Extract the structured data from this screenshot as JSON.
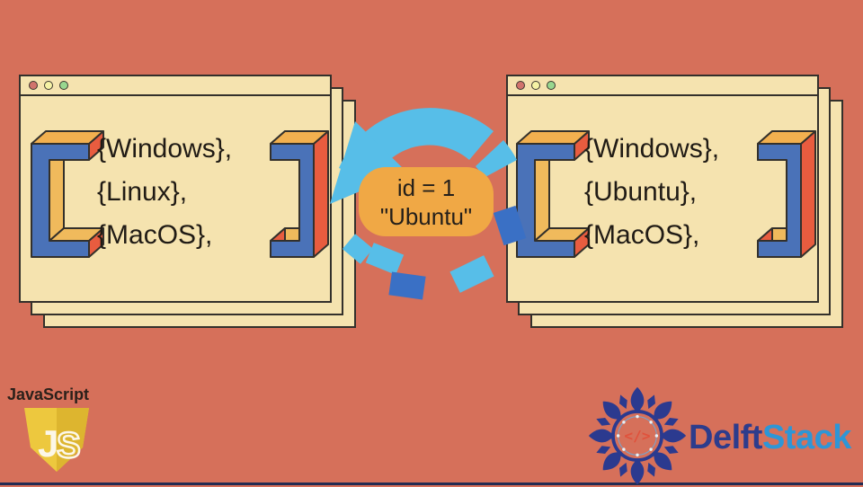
{
  "background": "#D6705A",
  "window": {
    "fill": "#F5E3AF",
    "border": "#33302B",
    "traffic_lights": [
      "#D1736C",
      "#F6F2A5",
      "#98D78F"
    ]
  },
  "left_window": {
    "lines": [
      "{Windows},",
      "{Linux},",
      "{MacOS},"
    ]
  },
  "right_window": {
    "lines": [
      "{Windows},",
      "{Ubuntu},",
      "{MacOS},"
    ]
  },
  "badge": {
    "line1": "id = 1",
    "line2": "\"Ubuntu\"",
    "background": "#F0A845",
    "text_color": "#241F1A"
  },
  "arrow": {
    "light_blue": "#57BEE8",
    "dark_blue": "#3A70C5"
  },
  "bracket_colors": {
    "front": "#4A72B8",
    "top": "#F2B04F",
    "inner": "#F0BA5C",
    "end": "#E85C3F"
  },
  "js_logo": {
    "label": "JavaScript",
    "letter_j": "J",
    "letter_s": "S",
    "shield_color": "#EDC83E"
  },
  "delftstack": {
    "part1": "Delft",
    "part2": "Stack",
    "part1_color": "#2D3C8C",
    "part2_color": "#2E96D6",
    "emblem_color": "#2B3A8F",
    "code_symbol": "</>"
  }
}
